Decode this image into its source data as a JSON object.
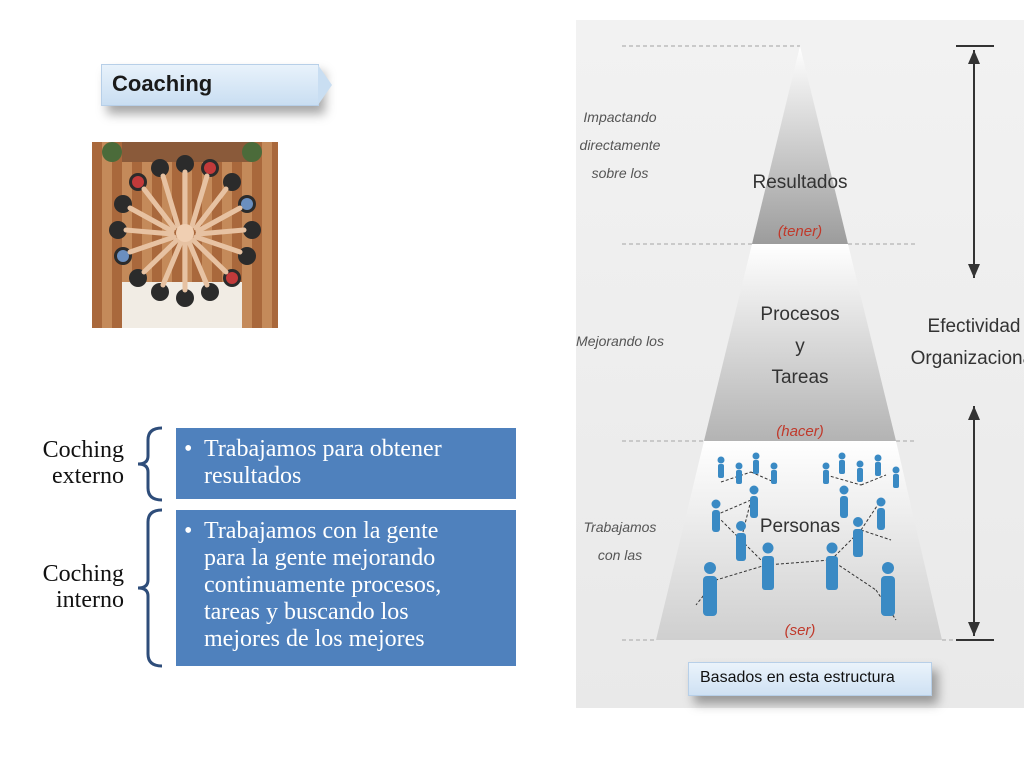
{
  "title": "Coaching",
  "left_labels": {
    "externo_line1": "Coching",
    "externo_line2": "externo",
    "interno_line1": "Coching",
    "interno_line2": "interno"
  },
  "boxes": {
    "box1": {
      "bullet": "•",
      "lines": [
        "Trabajamos para obtener",
        "resultados"
      ]
    },
    "box2": {
      "bullet": "•",
      "lines": [
        "Trabajamos con la gente",
        "para la gente mejorando",
        "continuamente  procesos,",
        "tareas y buscando los",
        "mejores de los mejores"
      ]
    }
  },
  "diagram": {
    "left_notes": {
      "n1_l1": "Impactando",
      "n1_l2": "directamente",
      "n1_l3": "sobre los",
      "n2": "Mejorando los",
      "n3_l1": "Trabajamos",
      "n3_l2": "con las"
    },
    "levels": {
      "top_title": "Resultados",
      "top_sub": "(tener)",
      "mid_l1": "Procesos",
      "mid_l2": "y",
      "mid_l3": "Tareas",
      "mid_sub": "(hacer)",
      "bottom_title": "Personas",
      "bottom_sub": "(ser)"
    },
    "right_label_l1": "Efectividad",
    "right_label_l2": "Organizacional",
    "colors": {
      "accent_red": "#c0392b",
      "figure_blue": "#3a8ac4",
      "box_blue": "#4f81bd"
    }
  },
  "caption": "Basados en esta estructura"
}
